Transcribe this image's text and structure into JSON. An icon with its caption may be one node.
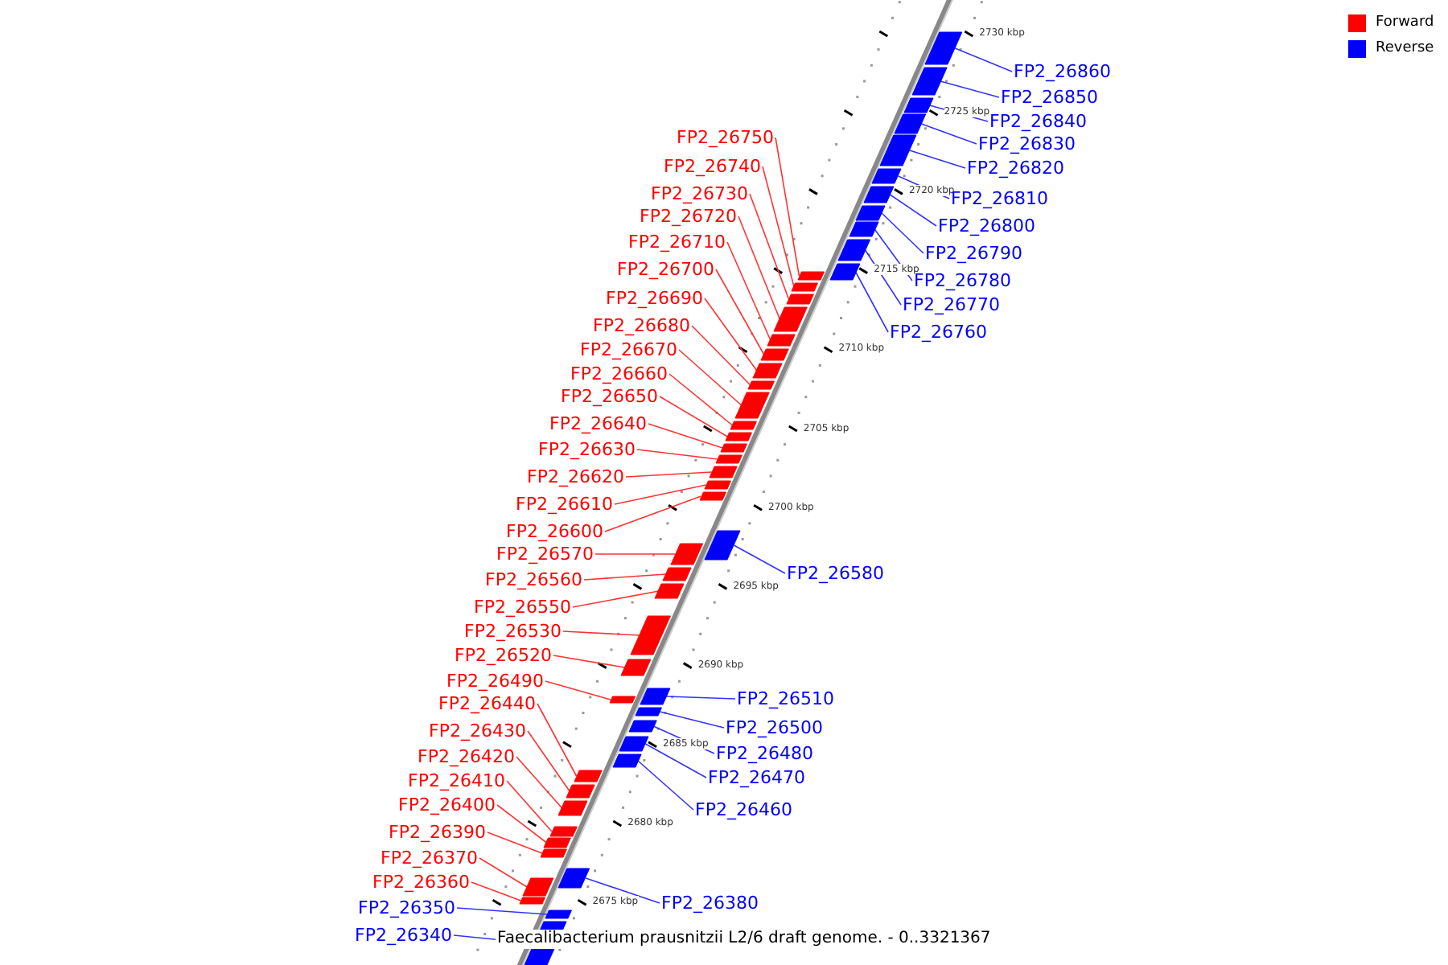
{
  "diagram": {
    "caption": "Faecalibacterium prausnitzii L2/6 draft genome. - 0..3321367",
    "nodes": [
      {
        "text": [
          "FP2_26860"
        ]
      },
      {
        "text": [],
        "shape": "box"
      },
      {
        "text": [
          "FP2_26850"
        ]
      },
      {
        "text": [],
        "shape": "box"
      },
      {
        "text": [
          "FP2_26840"
        ]
      },
      {
        "text": [],
        "shape": "box"
      },
      {
        "text": [
          "FP2_26750"
        ]
      },
      {
        "text": [],
        "shape": "box"
      },
      {
        "text": [
          "FP2_26830"
        ]
      },
      {
        "text": [],
        "shape": "box"
      },
      {
        "text": [
          "FP2_26740"
        ]
      },
      {
        "text": [],
        "shape": "box"
      },
      {
        "text": [
          "FP2_26820"
        ]
      },
      {
        "text": [],
        "shape": "box"
      },
      {
        "text": [
          "FP2_26730"
        ]
      },
      {
        "text": [],
        "shape": "box"
      },
      {
        "text": [
          "FP2_26810"
        ]
      },
      {
        "text": [],
        "shape": "box"
      },
      {
        "text": [
          "FP2_26720"
        ]
      },
      {
        "text": [],
        "shape": "box"
      },
      {
        "text": [
          "FP2_26800"
        ]
      },
      {
        "text": [],
        "shape": "box"
      },
      {
        "text": [
          "FP2_26710"
        ]
      },
      {
        "text": [],
        "shape": "box"
      },
      {
        "text": [
          "FP2_26790"
        ]
      },
      {
        "text": [],
        "shape": "box"
      },
      {
        "text": [
          "FP2_26700"
        ]
      },
      {
        "text": [],
        "shape": "box"
      },
      {
        "text": [
          "FP2_26780"
        ]
      },
      {
        "text": [],
        "shape": "box"
      },
      {
        "text": [
          "FP2_26690"
        ]
      },
      {
        "text": [],
        "shape": "box"
      },
      {
        "text": [
          "FP2_26770"
        ]
      },
      {
        "text": [],
        "shape": "box"
      },
      {
        "text": [
          "FP2_26680"
        ]
      },
      {
        "text": [],
        "shape": "box"
      },
      {
        "text": [
          "FP2_26760"
        ]
      },
      {
        "text": [],
        "shape": "box"
      },
      {
        "text": [
          "FP2_26670"
        ]
      },
      {
        "text": [],
        "shape": "box"
      },
      {
        "text": [
          "FP2_26660"
        ]
      },
      {
        "text": [],
        "shape": "box"
      },
      {
        "text": [
          "FP2_26650"
        ]
      },
      {
        "text": [],
        "shape": "box"
      },
      {
        "text": [
          "FP2_26640"
        ]
      },
      {
        "text": [],
        "shape": "box"
      },
      {
        "text": [
          "FP2_26630"
        ]
      },
      {
        "text": [],
        "shape": "box"
      },
      {
        "text": [
          "FP2_26620"
        ]
      },
      {
        "text": [],
        "shape": "box"
      },
      {
        "text": [
          "FP2_26610"
        ]
      },
      {
        "text": [],
        "shape": "box"
      },
      {
        "text": [
          "FP2_26600"
        ]
      },
      {
        "text": [],
        "shape": "box"
      },
      {
        "text": [
          "FP2_26570"
        ]
      },
      {
        "text": [],
        "shape": "box"
      },
      {
        "text": [
          "FP2_26580"
        ]
      },
      {
        "text": [],
        "shape": "box"
      },
      {
        "text": [
          "FP2_26560"
        ]
      },
      {
        "text": [],
        "shape": "box"
      },
      {
        "text": [
          "FP2_26550"
        ]
      },
      {
        "text": [],
        "shape": "box"
      },
      {
        "text": [
          "FP2_26530"
        ]
      },
      {
        "text": [],
        "shape": "box"
      },
      {
        "text": [
          "FP2_26520"
        ]
      },
      {
        "text": [],
        "shape": "box"
      },
      {
        "text": [
          "FP2_26490"
        ]
      },
      {
        "text": [],
        "shape": "box"
      },
      {
        "text": [
          "FP2_26510"
        ]
      },
      {
        "text": [],
        "shape": "box"
      },
      {
        "text": [
          "FP2_26440"
        ]
      },
      {
        "text": [],
        "shape": "box"
      },
      {
        "text": [
          "FP2_26500"
        ]
      },
      {
        "text": [],
        "shape": "box"
      },
      {
        "text": [
          "FP2_26430"
        ]
      },
      {
        "text": [],
        "shape": "box"
      },
      {
        "text": [
          "FP2_26480"
        ]
      },
      {
        "text": [],
        "shape": "box"
      },
      {
        "text": [
          "FP2_26420"
        ]
      },
      {
        "text": [],
        "shape": "box"
      },
      {
        "text": [
          "FP2_26470"
        ]
      },
      {
        "text": [],
        "shape": "box"
      },
      {
        "text": [
          "FP2_26410"
        ]
      },
      {
        "text": [],
        "shape": "box"
      },
      {
        "text": [
          "FP2_26400"
        ]
      },
      {
        "text": [],
        "shape": "box"
      },
      {
        "text": [
          "FP2_26460"
        ]
      },
      {
        "text": [],
        "shape": "box"
      },
      {
        "text": [
          "FP2_26390"
        ]
      },
      {
        "text": [],
        "shape": "box"
      },
      {
        "text": [
          "FP2_26370"
        ]
      },
      {
        "text": [],
        "shape": "box"
      },
      {
        "text": [
          "FP2_26360"
        ]
      },
      {
        "text": [],
        "shape": "box"
      },
      {
        "text": [
          "FP2_26380"
        ]
      },
      {
        "text": [],
        "shape": "box"
      },
      {
        "text": [
          "FP2_26350"
        ]
      },
      {
        "text": [],
        "shape": "box"
      },
      {
        "text": [
          "FP2_26340"
        ]
      },
      {
        "text": [],
        "shape": "box"
      }
    ],
    "edges": [
      {
        "from": 0,
        "to": 1,
        "arrow": "none",
        "color": "#3333ff"
      },
      {
        "from": 2,
        "to": 3,
        "arrow": "none",
        "color": "#3333ff"
      },
      {
        "from": 4,
        "to": 5,
        "arrow": "none",
        "color": "#3333ff"
      },
      {
        "from": 6,
        "to": 7,
        "arrow": "none"
      },
      {
        "from": 8,
        "to": 9,
        "arrow": "none",
        "color": "#3333ff"
      },
      {
        "from": 10,
        "to": 11,
        "arrow": "none"
      },
      {
        "from": 12,
        "to": 13,
        "arrow": "none",
        "color": "#3333ff"
      },
      {
        "from": 14,
        "to": 15,
        "arrow": "none"
      },
      {
        "from": 16,
        "to": 17,
        "arrow": "none",
        "color": "#3333ff"
      },
      {
        "from": 18,
        "to": 19,
        "arrow": "none"
      },
      {
        "from": 20,
        "to": 21,
        "arrow": "none",
        "color": "#3333ff"
      },
      {
        "from": 22,
        "to": 23,
        "arrow": "none"
      },
      {
        "from": 24,
        "to": 25,
        "arrow": "none",
        "color": "#3333ff"
      },
      {
        "from": 26,
        "to": 27,
        "arrow": "none"
      },
      {
        "from": 28,
        "to": 29,
        "arrow": "none",
        "color": "#3333ff"
      },
      {
        "from": 30,
        "to": 31,
        "arrow": "none"
      },
      {
        "from": 32,
        "to": 33,
        "arrow": "none",
        "color": "#3333ff"
      },
      {
        "from": 34,
        "to": 35,
        "arrow": "none"
      },
      {
        "from": 36,
        "to": 37,
        "arrow": "none",
        "color": "#3333ff"
      },
      {
        "from": 38,
        "to": 39,
        "arrow": "none"
      },
      {
        "from": 40,
        "to": 41,
        "arrow": "none"
      },
      {
        "from": 42,
        "to": 43,
        "arrow": "none"
      },
      {
        "from": 44,
        "to": 45,
        "arrow": "none"
      },
      {
        "from": 46,
        "to": 47,
        "arrow": "none"
      },
      {
        "from": 48,
        "to": 49,
        "arrow": "none"
      },
      {
        "from": 50,
        "to": 51,
        "arrow": "none"
      },
      {
        "from": 52,
        "to": 53,
        "arrow": "none"
      },
      {
        "from": 54,
        "to": 55,
        "arrow": "none"
      },
      {
        "from": 56,
        "to": 57,
        "arrow": "none",
        "color": "#3333ff"
      },
      {
        "from": 58,
        "to": 59,
        "arrow": "none"
      },
      {
        "from": 60,
        "to": 61,
        "arrow": "none"
      },
      {
        "from": 62,
        "to": 63,
        "arrow": "none"
      },
      {
        "from": 64,
        "to": 65,
        "arrow": "none"
      },
      {
        "from": 66,
        "to": 67,
        "arrow": "none"
      },
      {
        "from": 68,
        "to": 69,
        "arrow": "none",
        "color": "#3333ff"
      },
      {
        "from": 70,
        "to": 71,
        "arrow": "none"
      },
      {
        "from": 72,
        "to": 73,
        "arrow": "none",
        "color": "#3333ff"
      },
      {
        "from": 74,
        "to": 75,
        "arrow": "none"
      },
      {
        "from": 76,
        "to": 77,
        "arrow": "none",
        "color": "#3333ff"
      },
      {
        "from": 78,
        "to": 79,
        "arrow": "none"
      },
      {
        "from": 80,
        "to": 81,
        "arrow": "none",
        "color": "#3333ff"
      },
      {
        "from": 82,
        "to": 83,
        "arrow": "none"
      },
      {
        "from": 84,
        "to": 85,
        "arrow": "none"
      },
      {
        "from": 86,
        "to": 87,
        "arrow": "none",
        "color": "#3333ff"
      },
      {
        "from": 88,
        "to": 89,
        "arrow": "none"
      },
      {
        "from": 90,
        "to": 91,
        "arrow": "none"
      },
      {
        "from": 92,
        "to": 93,
        "arrow": "none"
      },
      {
        "from": 94,
        "to": 95,
        "arrow": "none",
        "color": "#3333ff"
      },
      {
        "from": 96,
        "to": 97,
        "arrow": "none",
        "color": "#3333ff"
      },
      {
        "from": 98,
        "to": 99,
        "arrow": "none",
        "color": "#3333ff"
      }
    ],
    "labels": [
      "2730 kbp",
      "2725 kbp",
      "2720 kbp",
      "2715 kbp",
      "2710 kbp",
      "2705 kbp",
      "2700 kbp",
      "2695 kbp",
      "2690 kbp",
      "2685 kbp",
      "2680 kbp",
      "2675 kbp"
    ],
    "legend": [
      {
        "text": "Forward",
        "color": "#ff0000"
      },
      {
        "text": "Reverse",
        "color": "#0000ff"
      }
    ]
  }
}
